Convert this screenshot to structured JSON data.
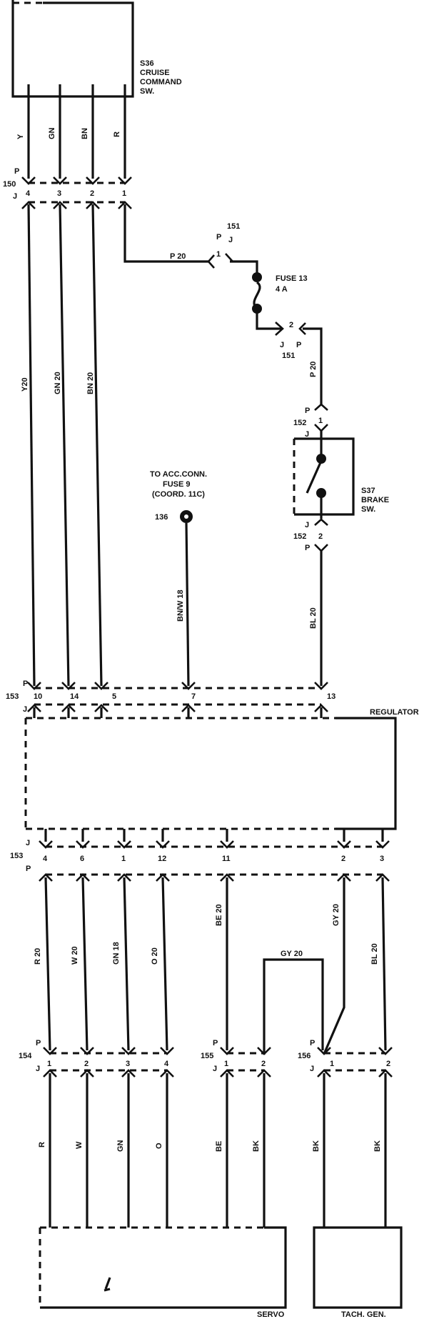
{
  "components": {
    "s36": {
      "ref": "S36",
      "lines": [
        "CRUISE",
        "COMMAND",
        "SW."
      ]
    },
    "s37": {
      "ref": "S37",
      "lines": [
        "BRAKE",
        "SW."
      ]
    },
    "fuse13": {
      "name": "FUSE 13",
      "rating": "4 A"
    },
    "acc": {
      "lines": [
        "TO ACC.CONN.",
        "FUSE 9",
        "(COORD. 11C)"
      ],
      "splice": "136"
    },
    "regulator": "REGULATOR",
    "servo": "SERVO",
    "tach": "TACH. GEN."
  },
  "connectors": {
    "c150": {
      "id": "150",
      "p": "P",
      "j": "J",
      "pins": [
        "4",
        "3",
        "2",
        "1"
      ]
    },
    "c151a": {
      "id": "151",
      "p": "P",
      "j": "J",
      "pin": "1"
    },
    "c151b": {
      "id": "151",
      "p": "P",
      "j": "J",
      "pin": "2"
    },
    "c152a": {
      "id": "152",
      "p": "P",
      "j": "J",
      "pin": "1"
    },
    "c152b": {
      "id": "152",
      "p": "P",
      "j": "J",
      "pin": "2"
    },
    "c153a": {
      "id": "153",
      "p": "P",
      "j": "J",
      "pins": [
        "10",
        "14",
        "5",
        "7",
        "13"
      ]
    },
    "c153b": {
      "id": "153",
      "p": "P",
      "j": "J",
      "pins": [
        "4",
        "6",
        "1",
        "12",
        "11",
        "2",
        "3"
      ]
    },
    "c154": {
      "id": "154",
      "p": "P",
      "j": "J",
      "pins": [
        "1",
        "2",
        "3",
        "4"
      ]
    },
    "c155": {
      "id": "155",
      "p": "P",
      "j": "J",
      "pins": [
        "1",
        "2"
      ]
    },
    "c156": {
      "id": "156",
      "p": "P",
      "j": "J",
      "pins": [
        "1",
        "2"
      ]
    }
  },
  "wires": {
    "s36_out": [
      "Y",
      "GN",
      "BN",
      "R"
    ],
    "s36_harness": [
      "Y20",
      "GN 20",
      "BN 20"
    ],
    "p20": "P 20",
    "p20_vert": "P 20",
    "bnw18": "BN/W 18",
    "bl20_brake": "BL 20",
    "reg_out": [
      "R 20",
      "W 20",
      "GN 18",
      "O 20",
      "BE 20",
      "GY 20",
      "BL 20"
    ],
    "gy20_jumper": "GY 20",
    "servo_in": [
      "R",
      "W",
      "GN",
      "O",
      "BE",
      "BK"
    ],
    "tach_in": [
      "BK",
      "BK"
    ]
  }
}
